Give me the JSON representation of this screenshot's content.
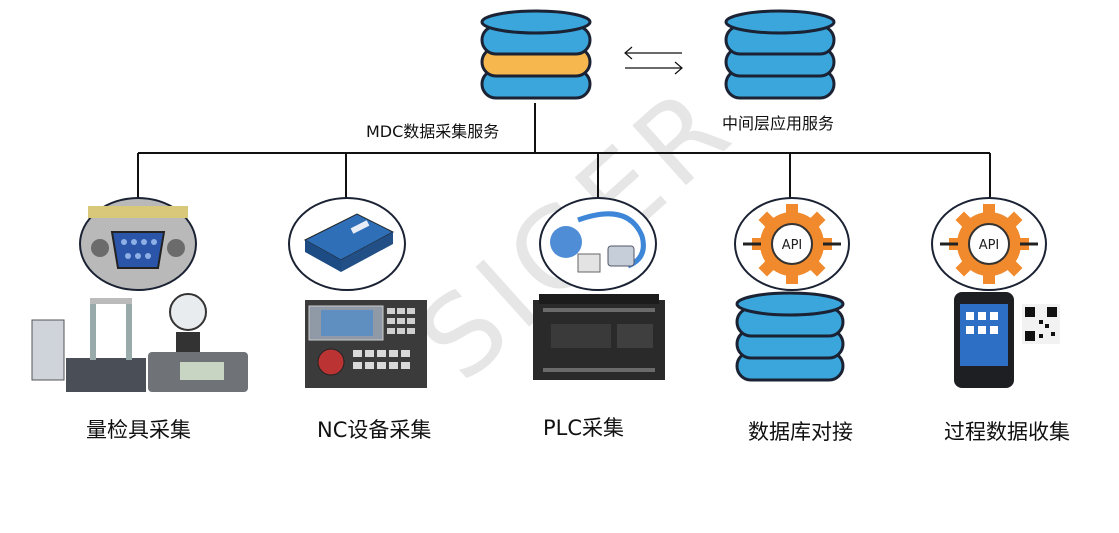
{
  "servers": {
    "mdc_label": "MDC数据采集服务",
    "middle_label": "中间层应用服务"
  },
  "sources": [
    {
      "label": "量检具采集",
      "icon": "rs232-connector-icon"
    },
    {
      "label": "NC设备采集",
      "icon": "network-module-icon"
    },
    {
      "label": "PLC采集",
      "icon": "ethernet-cable-icon"
    },
    {
      "label": "数据库对接",
      "icon": "api-gear-icon"
    },
    {
      "label": "过程数据收集",
      "icon": "api-gear-icon"
    }
  ],
  "api_text": "API",
  "watermark": "SIGER",
  "colors": {
    "db_blue": "#3aa6db",
    "db_orange": "#f6b74e",
    "gear_orange": "#f08a2c",
    "line": "#111111"
  }
}
